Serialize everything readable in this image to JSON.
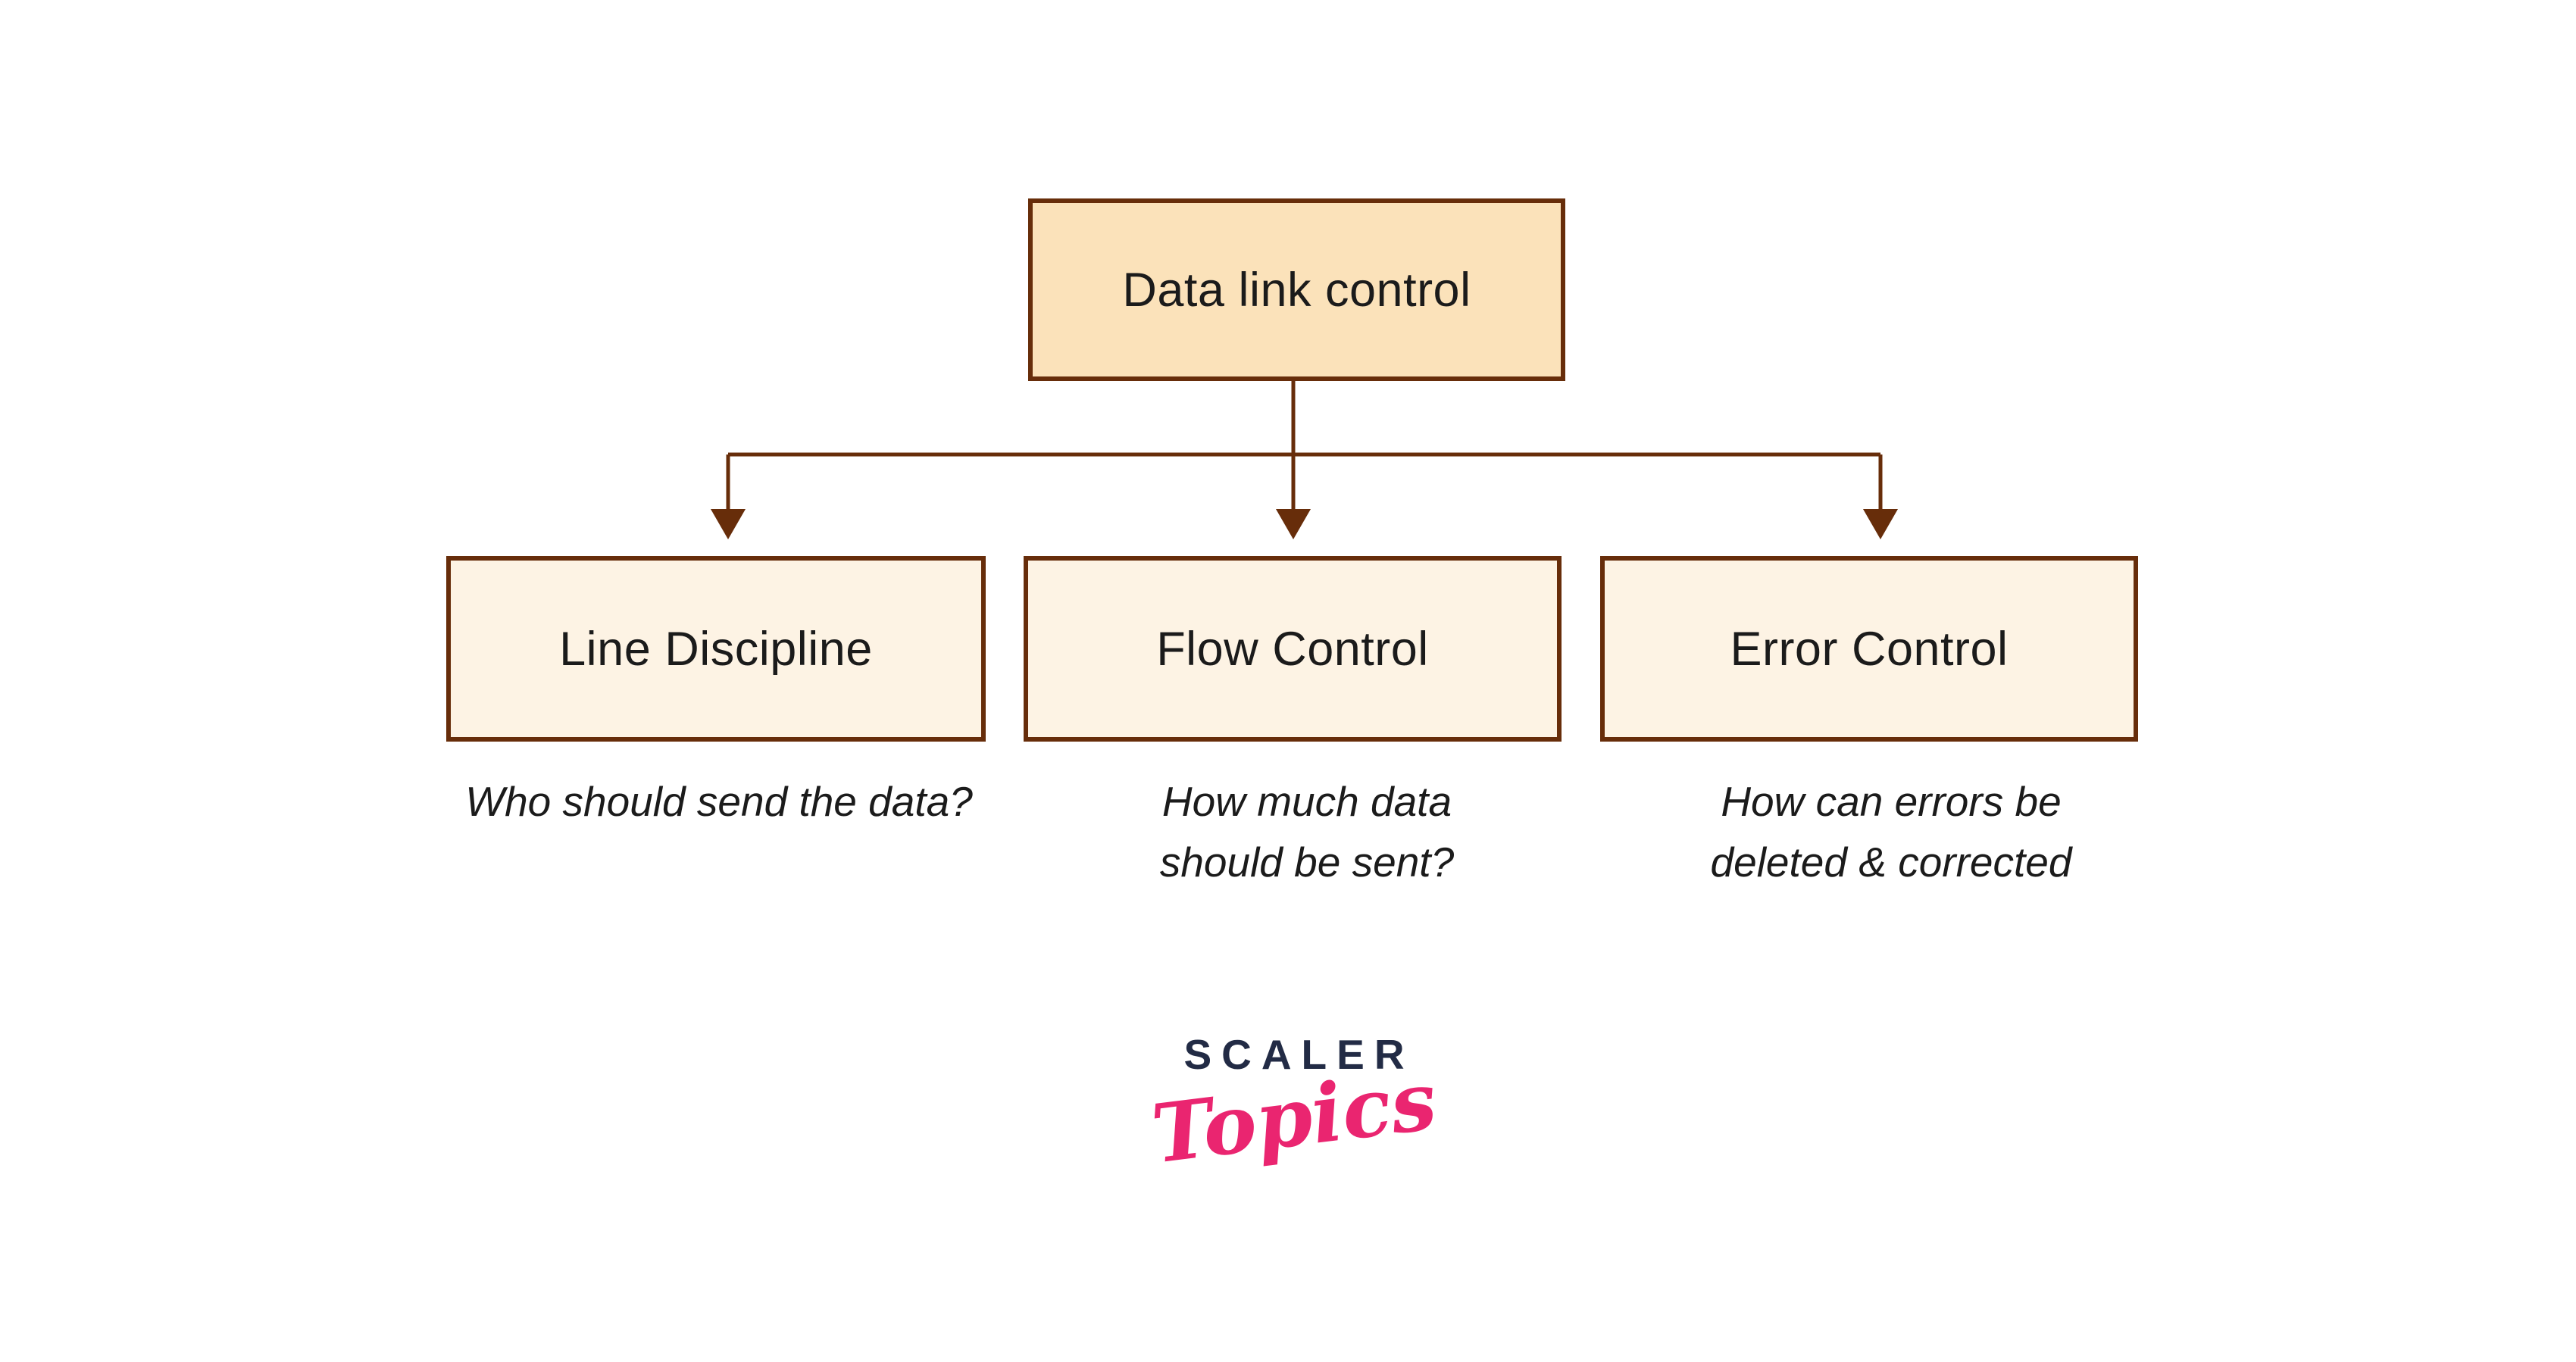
{
  "colors": {
    "background": "#FFFFFF",
    "line": "#672D0A",
    "root-fill": "#FBE2BA",
    "child-fill": "#FDF3E4",
    "text": "#1B1B1B",
    "logo-navy": "#222B45",
    "logo-pink": "#EA2570"
  },
  "diagram": {
    "root": {
      "label": "Data link control"
    },
    "children": [
      {
        "label": "Line Discipline",
        "description_lines": [
          "Who should send the data?",
          ""
        ]
      },
      {
        "label": "Flow Control",
        "description_lines": [
          "How much data",
          "should be sent?"
        ]
      },
      {
        "label": "Error Control",
        "description_lines": [
          "How can errors be",
          "deleted & corrected"
        ]
      }
    ]
  },
  "logo": {
    "brand": "SCALER",
    "product": "Topics"
  }
}
